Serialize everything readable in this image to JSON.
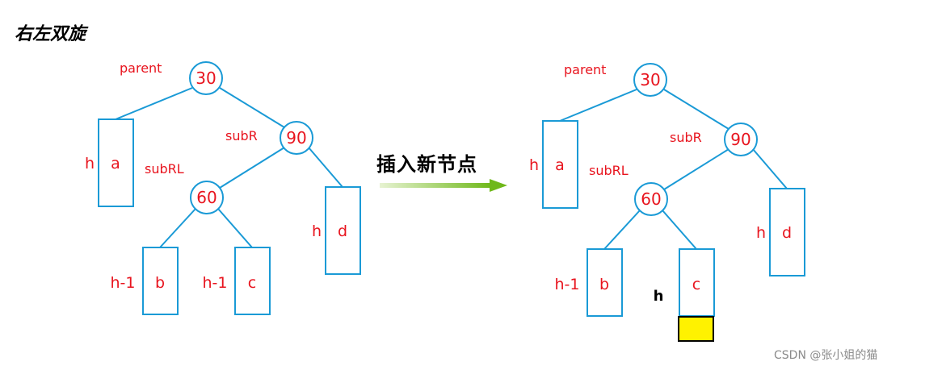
{
  "title": "右左双旋",
  "arrow_label": "插入新节点",
  "watermark": "CSDN @张小姐的猫",
  "colors": {
    "tree": "#1a9ad6",
    "text": "#e8141e",
    "new_node": "#fff200",
    "arrow": "#7cc21a"
  },
  "before": {
    "nodes": {
      "root": "30",
      "subR": "90",
      "subRL": "60"
    },
    "labels": {
      "root": "parent",
      "subR": "subR",
      "subRL": "subRL"
    },
    "subtrees": {
      "a": {
        "name": "a",
        "height": "h"
      },
      "b": {
        "name": "b",
        "height": "h-1"
      },
      "c": {
        "name": "c",
        "height": "h-1"
      },
      "d": {
        "name": "d",
        "height": "h"
      }
    }
  },
  "after": {
    "nodes": {
      "root": "30",
      "subR": "90",
      "subRL": "60"
    },
    "labels": {
      "root": "parent",
      "subR": "subR",
      "subRL": "subRL"
    },
    "subtrees": {
      "a": {
        "name": "a",
        "height": "h"
      },
      "b": {
        "name": "b",
        "height": "h-1"
      },
      "c": {
        "name": "c",
        "height": "h"
      },
      "d": {
        "name": "d",
        "height": "h"
      }
    }
  }
}
